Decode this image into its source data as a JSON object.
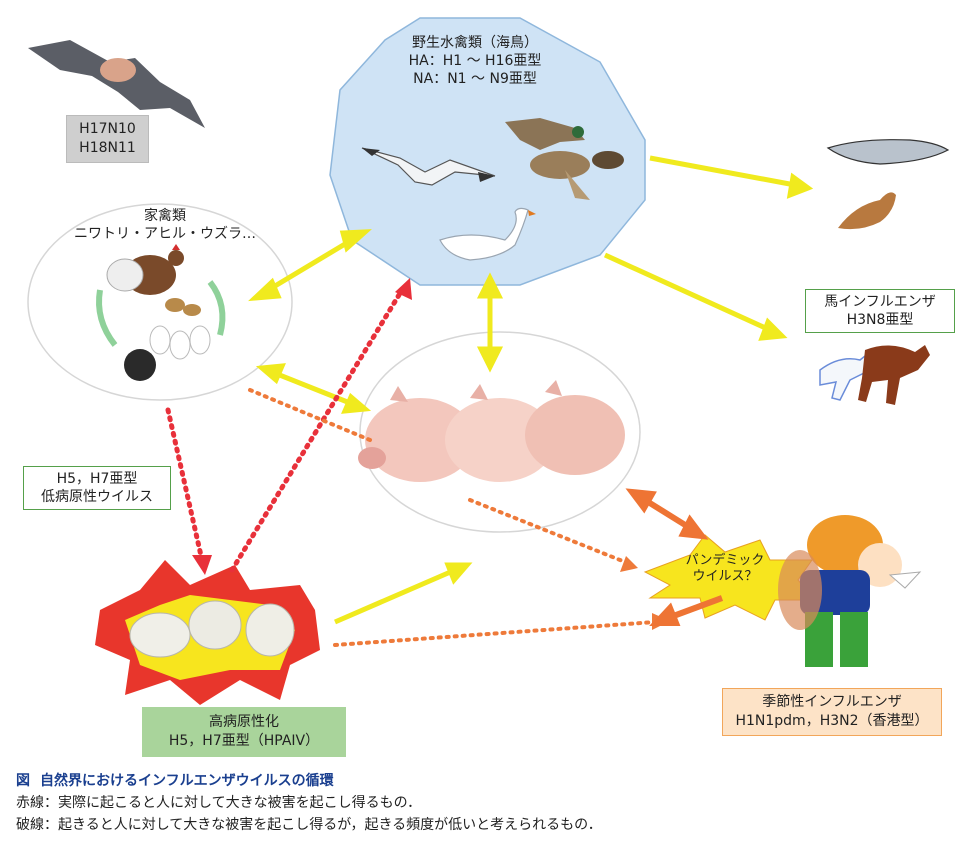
{
  "wild": {
    "line1": "野生水禽類（海鳥）",
    "line2": "HA：H1 ～ H16亜型",
    "line3": "NA：N1 ～ N9亜型"
  },
  "bat_box": {
    "line1": "H17N10",
    "line2": "H18N11"
  },
  "poultry": {
    "line1": "家禽類",
    "line2": "ニワトリ・アヒル・ウズラ…"
  },
  "lpai_box": {
    "line1": "H5，H7亜型",
    "line2": "低病原性ウイルス"
  },
  "hpai_box": {
    "line1": "高病原性化",
    "line2": "H5，H7亜型（HPAIV）"
  },
  "horse_box": {
    "line1": "馬インフルエンザ",
    "line2": "H3N8亜型"
  },
  "pandemic": {
    "line1": "パンデミック",
    "line2": "ウイルス？"
  },
  "seasonal_box": {
    "line1": "季節性インフルエンザ",
    "line2": "H1N1pdm，H3N2（香港型）"
  },
  "caption": {
    "fig_label": "図",
    "title": "自然界におけるインフルエンザウイルスの循環",
    "note_red": "赤線：実際に起こると人に対して大きな被害を起こし得るもの．",
    "note_dotted": "破線：起きると人に対して大きな被害を起こし得るが，起きる頻度が低いと考えられるもの．"
  },
  "colors": {
    "solid_arrow": "#f0ea1e",
    "red_dotted": "#e8303a",
    "orange_dotted": "#ee7a3a",
    "orange_arrow": "#ee7434",
    "wild_fill": "#cfe3f5",
    "hpai_fill": "#a9d49b",
    "seasonal_fill": "#fde3c7"
  },
  "icons": [
    "bat-icon",
    "seagull-icon",
    "duck-icon",
    "swan-icon",
    "chicken-icon",
    "whale-icon",
    "seal-icon",
    "horse-icon",
    "pig-icon",
    "dead-chicken-icon",
    "sneezing-person-icon"
  ]
}
